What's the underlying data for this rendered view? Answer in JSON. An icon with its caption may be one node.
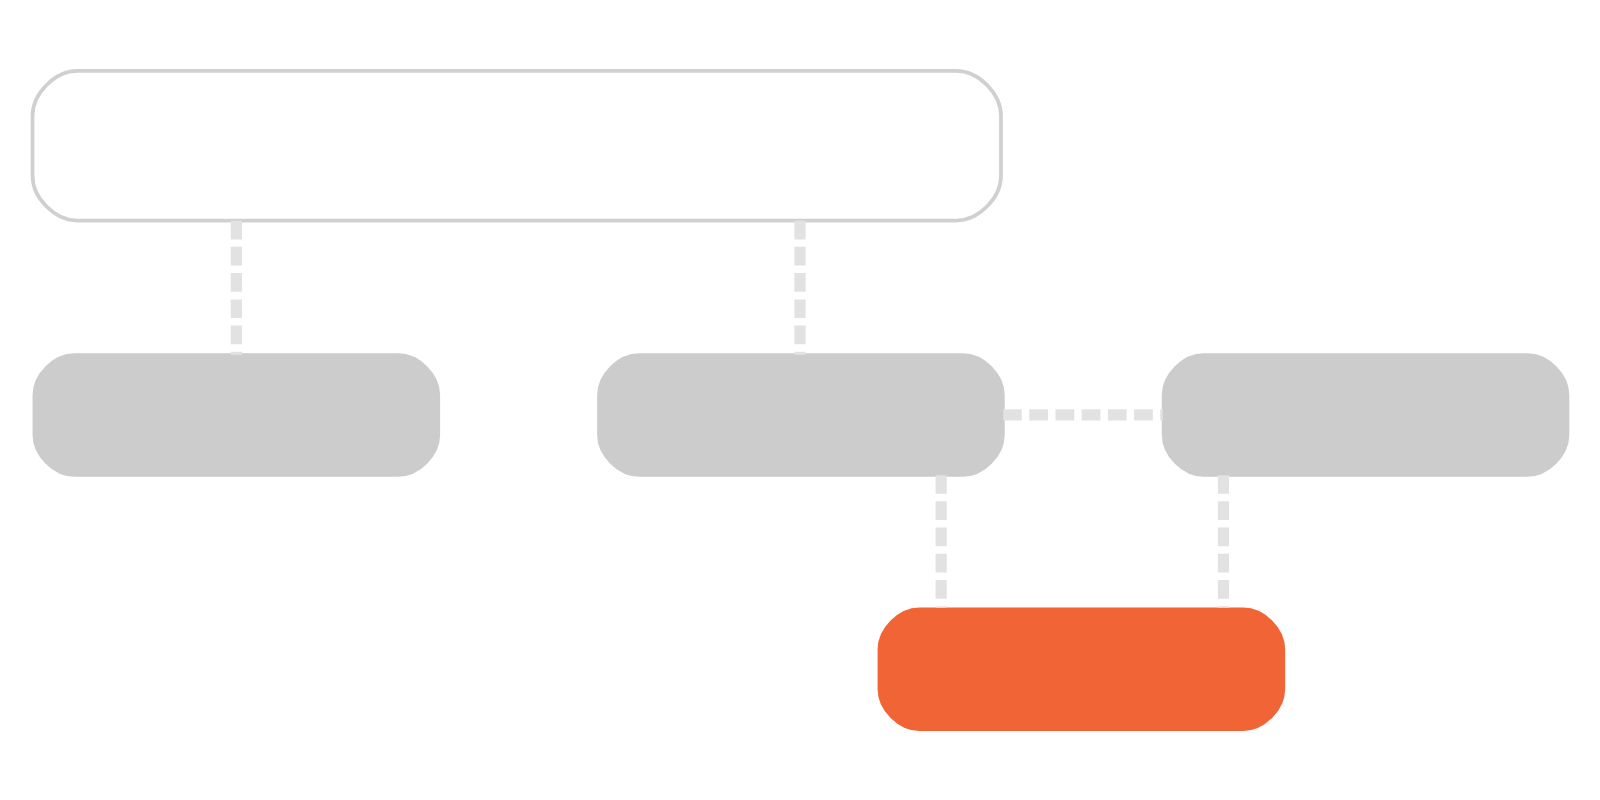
{
  "diagram": {
    "nodes": [
      {
        "text": [],
        "shape": "box"
      },
      {
        "text": [],
        "shape": "box"
      },
      {
        "text": [],
        "shape": "box"
      },
      {
        "text": [],
        "shape": "box"
      },
      {
        "text": [],
        "shape": "box"
      }
    ],
    "edges": [
      {
        "from": 0,
        "to": 1,
        "arrow": "none",
        "style": "dashed"
      },
      {
        "from": 0,
        "to": 2,
        "arrow": "none",
        "style": "dashed"
      },
      {
        "from": 2,
        "to": 3,
        "arrow": "none",
        "style": "dashed"
      },
      {
        "from": 2,
        "to": 4,
        "arrow": "none",
        "style": "dashed"
      },
      {
        "from": 3,
        "to": 4,
        "arrow": "none",
        "style": "dashed"
      }
    ]
  }
}
